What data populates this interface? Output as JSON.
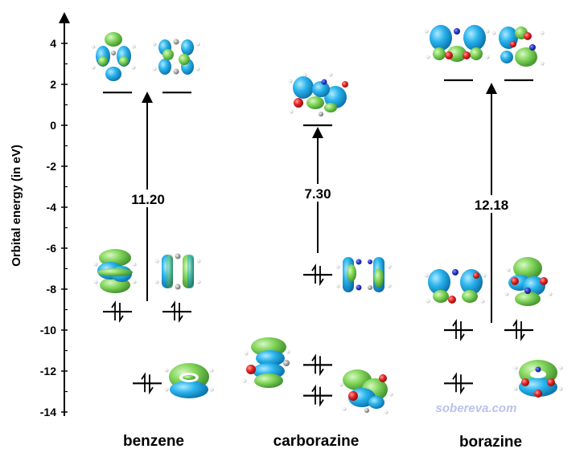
{
  "axis": {
    "label": "Orbital energy (in eV)",
    "ylim": [
      -14,
      4.8
    ],
    "ticks": [
      "4",
      "2",
      "0",
      "-2",
      "-4",
      "-6",
      "-8",
      "-10",
      "-12",
      "-14"
    ]
  },
  "watermark": "sobereva.com",
  "molecules": [
    {
      "name": "benzene",
      "gap": "11.20",
      "gap_value": 11.2,
      "homo_energy": -9.1,
      "lumo_energy": 1.6,
      "levels": [
        {
          "role": "LUMO",
          "energy": 1.6,
          "column": "left",
          "electrons": 0
        },
        {
          "role": "LUMO",
          "energy": 1.6,
          "column": "right",
          "electrons": 0
        },
        {
          "role": "HOMO",
          "energy": -9.1,
          "column": "left",
          "electrons": 2
        },
        {
          "role": "HOMO",
          "energy": -9.1,
          "column": "right",
          "electrons": 2
        },
        {
          "role": "HOMO-2",
          "energy": -12.6,
          "column": "left",
          "electrons": 2
        }
      ]
    },
    {
      "name": "carborazine",
      "gap": "7.30",
      "gap_value": 7.3,
      "homo_energy": -7.3,
      "lumo_energy": 0.0,
      "levels": [
        {
          "role": "LUMO",
          "energy": 0.0,
          "column": "center",
          "electrons": 0
        },
        {
          "role": "HOMO",
          "energy": -7.3,
          "column": "left",
          "electrons": 2
        },
        {
          "role": "HOMO-1",
          "energy": -11.7,
          "column": "left",
          "electrons": 2
        },
        {
          "role": "HOMO-2",
          "energy": -13.2,
          "column": "left",
          "electrons": 2
        }
      ]
    },
    {
      "name": "borazine",
      "gap": "12.18",
      "gap_value": 12.18,
      "homo_energy": -10.0,
      "lumo_energy": 2.2,
      "levels": [
        {
          "role": "LUMO",
          "energy": 2.2,
          "column": "left",
          "electrons": 0
        },
        {
          "role": "LUMO",
          "energy": 2.2,
          "column": "right",
          "electrons": 0
        },
        {
          "role": "HOMO",
          "energy": -10.0,
          "column": "left",
          "electrons": 2
        },
        {
          "role": "HOMO",
          "energy": -10.0,
          "column": "right",
          "electrons": 2
        },
        {
          "role": "HOMO-2",
          "energy": -12.6,
          "column": "left",
          "electrons": 2
        }
      ]
    }
  ],
  "colors": {
    "lobe_positive": "#1ea8e6",
    "lobe_negative": "#7fd35a",
    "oxygen": "#e02020",
    "nitrogen": "#2b36c8",
    "carbon": "#a8a8a8",
    "hydrogen": "#f2f2f2",
    "watermark": "#b9c3ea"
  }
}
